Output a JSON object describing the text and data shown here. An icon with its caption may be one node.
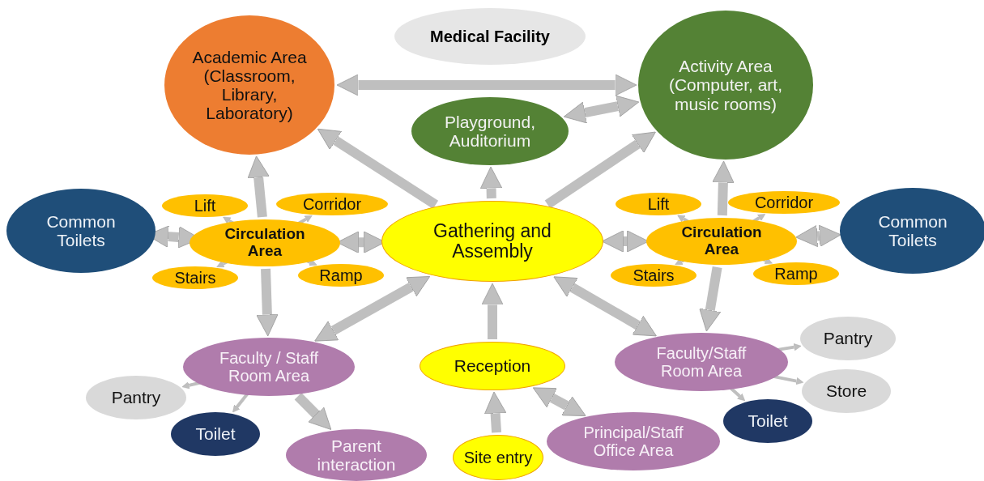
{
  "diagram": {
    "nodes": [
      {
        "text": [
          "Medical Facility"
        ]
      },
      {
        "text": [
          "Academic Area",
          "(Classroom, Library, Laboratory)"
        ]
      },
      {
        "text": [
          "Activity Area",
          "(Computer, art, music rooms)"
        ]
      },
      {
        "text": [
          "Playground, Auditorium"
        ]
      },
      {
        "text": [
          "Common Toilets"
        ]
      },
      {
        "text": [
          "Lift"
        ]
      },
      {
        "text": [
          "Corridor"
        ]
      },
      {
        "text": [
          "Circulation Area"
        ]
      },
      {
        "text": [
          "Stairs"
        ]
      },
      {
        "text": [
          "Ramp"
        ]
      },
      {
        "text": [
          "Gathering and Assembly"
        ]
      },
      {
        "text": [
          "Lift"
        ]
      },
      {
        "text": [
          "Corridor"
        ]
      },
      {
        "text": [
          "Circulation Area"
        ]
      },
      {
        "text": [
          "Stairs"
        ]
      },
      {
        "text": [
          "Ramp"
        ]
      },
      {
        "text": [
          "Common Toilets"
        ]
      },
      {
        "text": [
          "Faculty / Staff Room Area"
        ]
      },
      {
        "text": [
          "Reception"
        ]
      },
      {
        "text": [
          "Faculty/Staff Room Area"
        ]
      },
      {
        "text": [
          "Pantry"
        ]
      },
      {
        "text": [
          "Pantry"
        ]
      },
      {
        "text": [
          "Store"
        ]
      },
      {
        "text": [
          "Toilet"
        ]
      },
      {
        "text": [
          "Toilet"
        ]
      },
      {
        "text": [
          "Principal/Staff Office Area"
        ]
      },
      {
        "text": [
          "Parent interaction"
        ]
      },
      {
        "text": [
          "Site entry"
        ]
      }
    ],
    "edges": [
      {
        "from": 1,
        "to": 2,
        "arrow": "both"
      },
      {
        "from": 3,
        "to": 2,
        "arrow": "both"
      },
      {
        "from": 10,
        "to": 1,
        "arrow": "to"
      },
      {
        "from": 10,
        "to": 3,
        "arrow": "to"
      },
      {
        "from": 10,
        "to": 2,
        "arrow": "to"
      },
      {
        "from": 4,
        "to": 7,
        "arrow": "both"
      },
      {
        "from": 7,
        "to": 1,
        "arrow": "to"
      },
      {
        "from": 7,
        "to": 10,
        "arrow": "both"
      },
      {
        "from": 7,
        "to": 17,
        "arrow": "to"
      },
      {
        "from": 7,
        "to": 5,
        "arrow": "to"
      },
      {
        "from": 7,
        "to": 6,
        "arrow": "to"
      },
      {
        "from": 7,
        "to": 8,
        "arrow": "to"
      },
      {
        "from": 7,
        "to": 9,
        "arrow": "to"
      },
      {
        "from": 10,
        "to": 13,
        "arrow": "both"
      },
      {
        "from": 13,
        "to": 2,
        "arrow": "to"
      },
      {
        "from": 13,
        "to": 16,
        "arrow": "both"
      },
      {
        "from": 13,
        "to": 11,
        "arrow": "to"
      },
      {
        "from": 13,
        "to": 12,
        "arrow": "to"
      },
      {
        "from": 13,
        "to": 14,
        "arrow": "to"
      },
      {
        "from": 13,
        "to": 15,
        "arrow": "to"
      },
      {
        "from": 13,
        "to": 19,
        "arrow": "to"
      },
      {
        "from": 10,
        "to": 17,
        "arrow": "both"
      },
      {
        "from": 10,
        "to": 19,
        "arrow": "both"
      },
      {
        "from": 18,
        "to": 10,
        "arrow": "to"
      },
      {
        "from": 27,
        "to": 18,
        "arrow": "to"
      },
      {
        "from": 18,
        "to": 25,
        "arrow": "both"
      },
      {
        "from": 17,
        "to": 21,
        "arrow": "to"
      },
      {
        "from": 17,
        "to": 23,
        "arrow": "to"
      },
      {
        "from": 17,
        "to": 26,
        "arrow": "to"
      },
      {
        "from": 19,
        "to": 20,
        "arrow": "to"
      },
      {
        "from": 19,
        "to": 22,
        "arrow": "to"
      },
      {
        "from": 19,
        "to": 24,
        "arrow": "to"
      }
    ]
  }
}
